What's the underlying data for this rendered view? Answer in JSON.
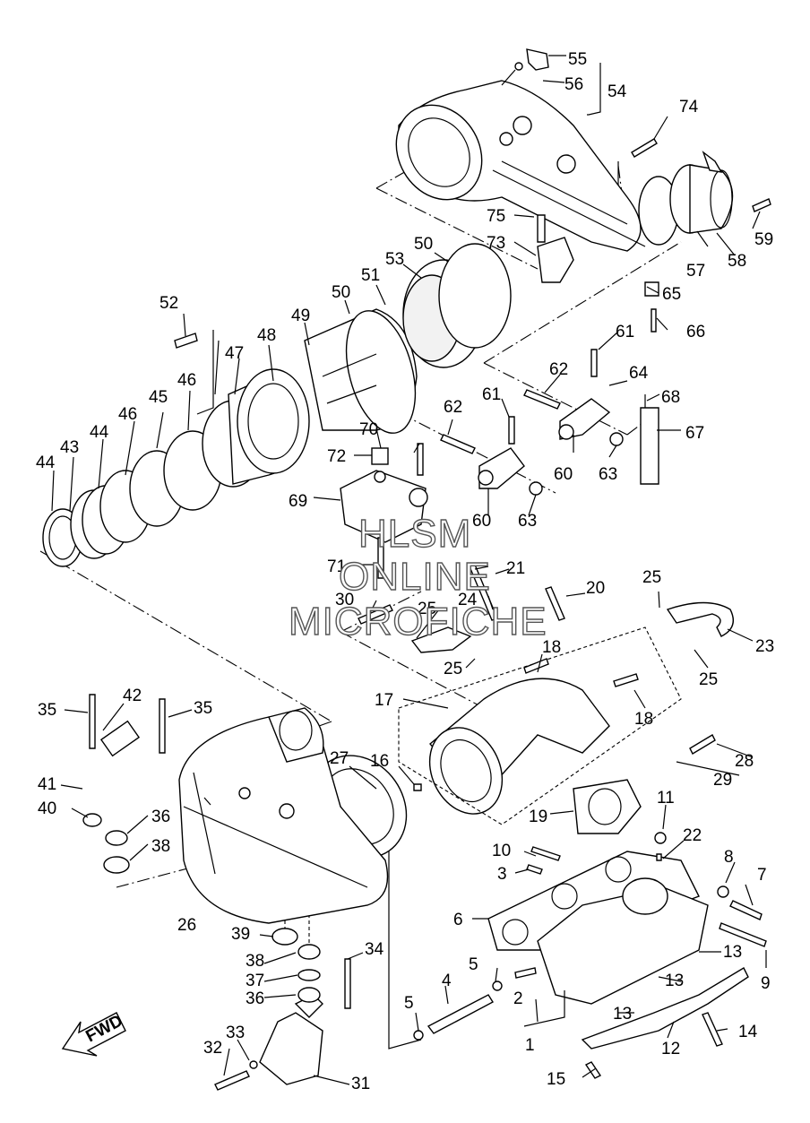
{
  "watermark": [
    "HLSM",
    "ONLINE",
    "MICROFICHE"
  ],
  "fwd_badge": "FWD",
  "labels": [
    {
      "id": "c1",
      "text": "1"
    },
    {
      "id": "c2",
      "text": "2"
    },
    {
      "id": "c3",
      "text": "3"
    },
    {
      "id": "c4",
      "text": "4"
    },
    {
      "id": "c5a",
      "text": "5"
    },
    {
      "id": "c5b",
      "text": "5"
    },
    {
      "id": "c6",
      "text": "6"
    },
    {
      "id": "c7",
      "text": "7"
    },
    {
      "id": "c8",
      "text": "8"
    },
    {
      "id": "c9",
      "text": "9"
    },
    {
      "id": "c10",
      "text": "10"
    },
    {
      "id": "c11",
      "text": "11"
    },
    {
      "id": "c12",
      "text": "12"
    },
    {
      "id": "c13a",
      "text": "13"
    },
    {
      "id": "c13b",
      "text": "13"
    },
    {
      "id": "c13c",
      "text": "13"
    },
    {
      "id": "c14",
      "text": "14"
    },
    {
      "id": "c15",
      "text": "15"
    },
    {
      "id": "c16",
      "text": "16"
    },
    {
      "id": "c17",
      "text": "17"
    },
    {
      "id": "c18a",
      "text": "18"
    },
    {
      "id": "c18b",
      "text": "18"
    },
    {
      "id": "c19",
      "text": "19"
    },
    {
      "id": "c20",
      "text": "20"
    },
    {
      "id": "c21",
      "text": "21"
    },
    {
      "id": "c22",
      "text": "22"
    },
    {
      "id": "c23",
      "text": "23"
    },
    {
      "id": "c24",
      "text": "24"
    },
    {
      "id": "c25a",
      "text": "25"
    },
    {
      "id": "c25b",
      "text": "25"
    },
    {
      "id": "c25c",
      "text": "25"
    },
    {
      "id": "c25d",
      "text": "25"
    },
    {
      "id": "c26",
      "text": "26"
    },
    {
      "id": "c27",
      "text": "27"
    },
    {
      "id": "c28",
      "text": "28"
    },
    {
      "id": "c29",
      "text": "29"
    },
    {
      "id": "c30",
      "text": "30"
    },
    {
      "id": "c31",
      "text": "31"
    },
    {
      "id": "c32",
      "text": "32"
    },
    {
      "id": "c33",
      "text": "33"
    },
    {
      "id": "c34",
      "text": "34"
    },
    {
      "id": "c35a",
      "text": "35"
    },
    {
      "id": "c35b",
      "text": "35"
    },
    {
      "id": "c36a",
      "text": "36"
    },
    {
      "id": "c36b",
      "text": "36"
    },
    {
      "id": "c37",
      "text": "37"
    },
    {
      "id": "c38a",
      "text": "38"
    },
    {
      "id": "c38b",
      "text": "38"
    },
    {
      "id": "c39",
      "text": "39"
    },
    {
      "id": "c40",
      "text": "40"
    },
    {
      "id": "c41",
      "text": "41"
    },
    {
      "id": "c42",
      "text": "42"
    },
    {
      "id": "c43",
      "text": "43"
    },
    {
      "id": "c44a",
      "text": "44"
    },
    {
      "id": "c44b",
      "text": "44"
    },
    {
      "id": "c45",
      "text": "45"
    },
    {
      "id": "c46a",
      "text": "46"
    },
    {
      "id": "c46b",
      "text": "46"
    },
    {
      "id": "c47",
      "text": "47"
    },
    {
      "id": "c48",
      "text": "48"
    },
    {
      "id": "c49",
      "text": "49"
    },
    {
      "id": "c50a",
      "text": "50"
    },
    {
      "id": "c50b",
      "text": "50"
    },
    {
      "id": "c51",
      "text": "51"
    },
    {
      "id": "c52",
      "text": "52"
    },
    {
      "id": "c53",
      "text": "53"
    },
    {
      "id": "c54",
      "text": "54"
    },
    {
      "id": "c55",
      "text": "55"
    },
    {
      "id": "c56",
      "text": "56"
    },
    {
      "id": "c57",
      "text": "57"
    },
    {
      "id": "c58",
      "text": "58"
    },
    {
      "id": "c59",
      "text": "59"
    },
    {
      "id": "c60a",
      "text": "60"
    },
    {
      "id": "c60b",
      "text": "60"
    },
    {
      "id": "c61a",
      "text": "61"
    },
    {
      "id": "c61b",
      "text": "61"
    },
    {
      "id": "c62a",
      "text": "62"
    },
    {
      "id": "c62b",
      "text": "62"
    },
    {
      "id": "c63a",
      "text": "63"
    },
    {
      "id": "c63b",
      "text": "63"
    },
    {
      "id": "c64",
      "text": "64"
    },
    {
      "id": "c65",
      "text": "65"
    },
    {
      "id": "c66",
      "text": "66"
    },
    {
      "id": "c67",
      "text": "67"
    },
    {
      "id": "c68",
      "text": "68"
    },
    {
      "id": "c69",
      "text": "69"
    },
    {
      "id": "c70",
      "text": "70"
    },
    {
      "id": "c71",
      "text": "71"
    },
    {
      "id": "c72",
      "text": "72"
    },
    {
      "id": "c73",
      "text": "73"
    },
    {
      "id": "c74",
      "text": "74"
    },
    {
      "id": "c75",
      "text": "75"
    }
  ]
}
